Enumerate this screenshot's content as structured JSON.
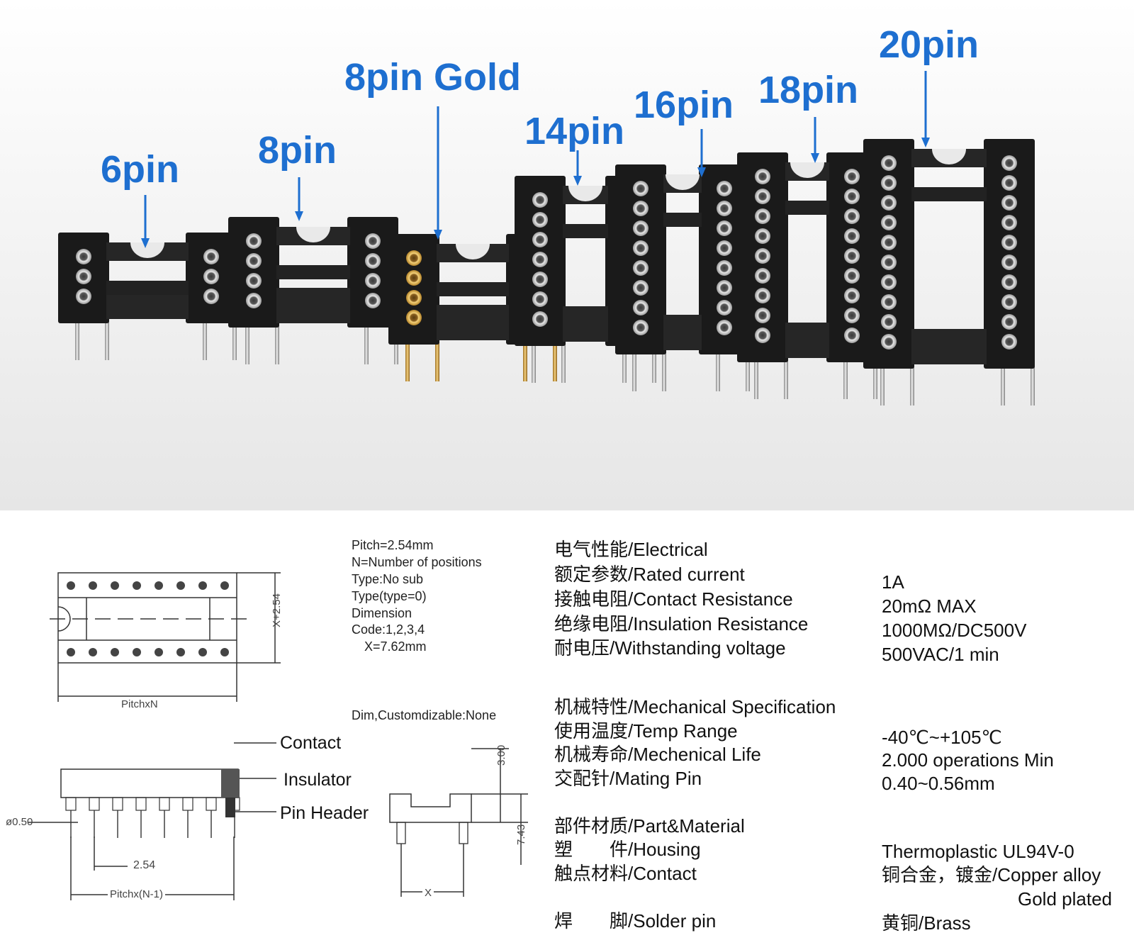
{
  "pin_labels": {
    "p6": "6pin",
    "p8": "8pin",
    "p8g": "8pin Gold",
    "p14": "14pin",
    "p16": "16pin",
    "p18": "18pin",
    "p20": "20pin"
  },
  "dimension_notes": {
    "pitch": "Pitch=2.54mm",
    "n": "N=Number of positions",
    "type_sub": "Type:No sub",
    "type_type": "Type(type=0)",
    "dimension": "Dimension",
    "code": "Code:1,2,3,4",
    "x": "X=7.62mm",
    "customizable": "Dim,Customdizable:None"
  },
  "drawing_labels": {
    "contact": "Contact",
    "insulator": "Insulator",
    "pin_header": "Pin Header",
    "x_plus": "X+2.54",
    "pitch_n": "PitchxN",
    "diameter": "ø0.50",
    "pitch": "2.54",
    "pitch_n1": "Pitchx(N-1)",
    "h300": "3.00",
    "h743": "7.43",
    "x": "X"
  },
  "specs": {
    "electrical": "电气性能/Electrical",
    "rated_current": "额定参数/Rated current",
    "contact_resistance": "接触电阻/Contact Resistance",
    "insulation_resistance": "绝缘电阻/Insulation Resistance",
    "withstanding_voltage": "耐电压/Withstanding voltage",
    "mechanical": "机械特性/Mechanical Specification",
    "temp_range": "使用温度/Temp Range",
    "mech_life": "机械寿命/Mechenical Life",
    "mating_pin": "交配针/Mating Pin",
    "part_material": "部件材质/Part&Material",
    "housing": "塑　　件/Housing",
    "contact": "触点材料/Contact",
    "solder_pin": "焊　　脚/Solder pin"
  },
  "values": {
    "rated_current": "1A",
    "contact_resistance": "20mΩ  MAX",
    "insulation_resistance": "1000MΩ/DC500V",
    "withstanding_voltage": "500VAC/1 min",
    "temp_range": "-40℃~+105℃",
    "mech_life": "2.000 operations Min",
    "mating_pin": "0.40~0.56mm",
    "housing": "Thermoplastic  UL94V-0",
    "contact": "铜合金，镀金/Copper alloy",
    "contact_2": "Gold plated",
    "solder_pin": "黄铜/Brass"
  },
  "colors": {
    "label_blue": "#1e6fd0",
    "socket_black": "#1a1a1a",
    "tin": "#c9c9c9",
    "gold": "#d9a63a"
  }
}
